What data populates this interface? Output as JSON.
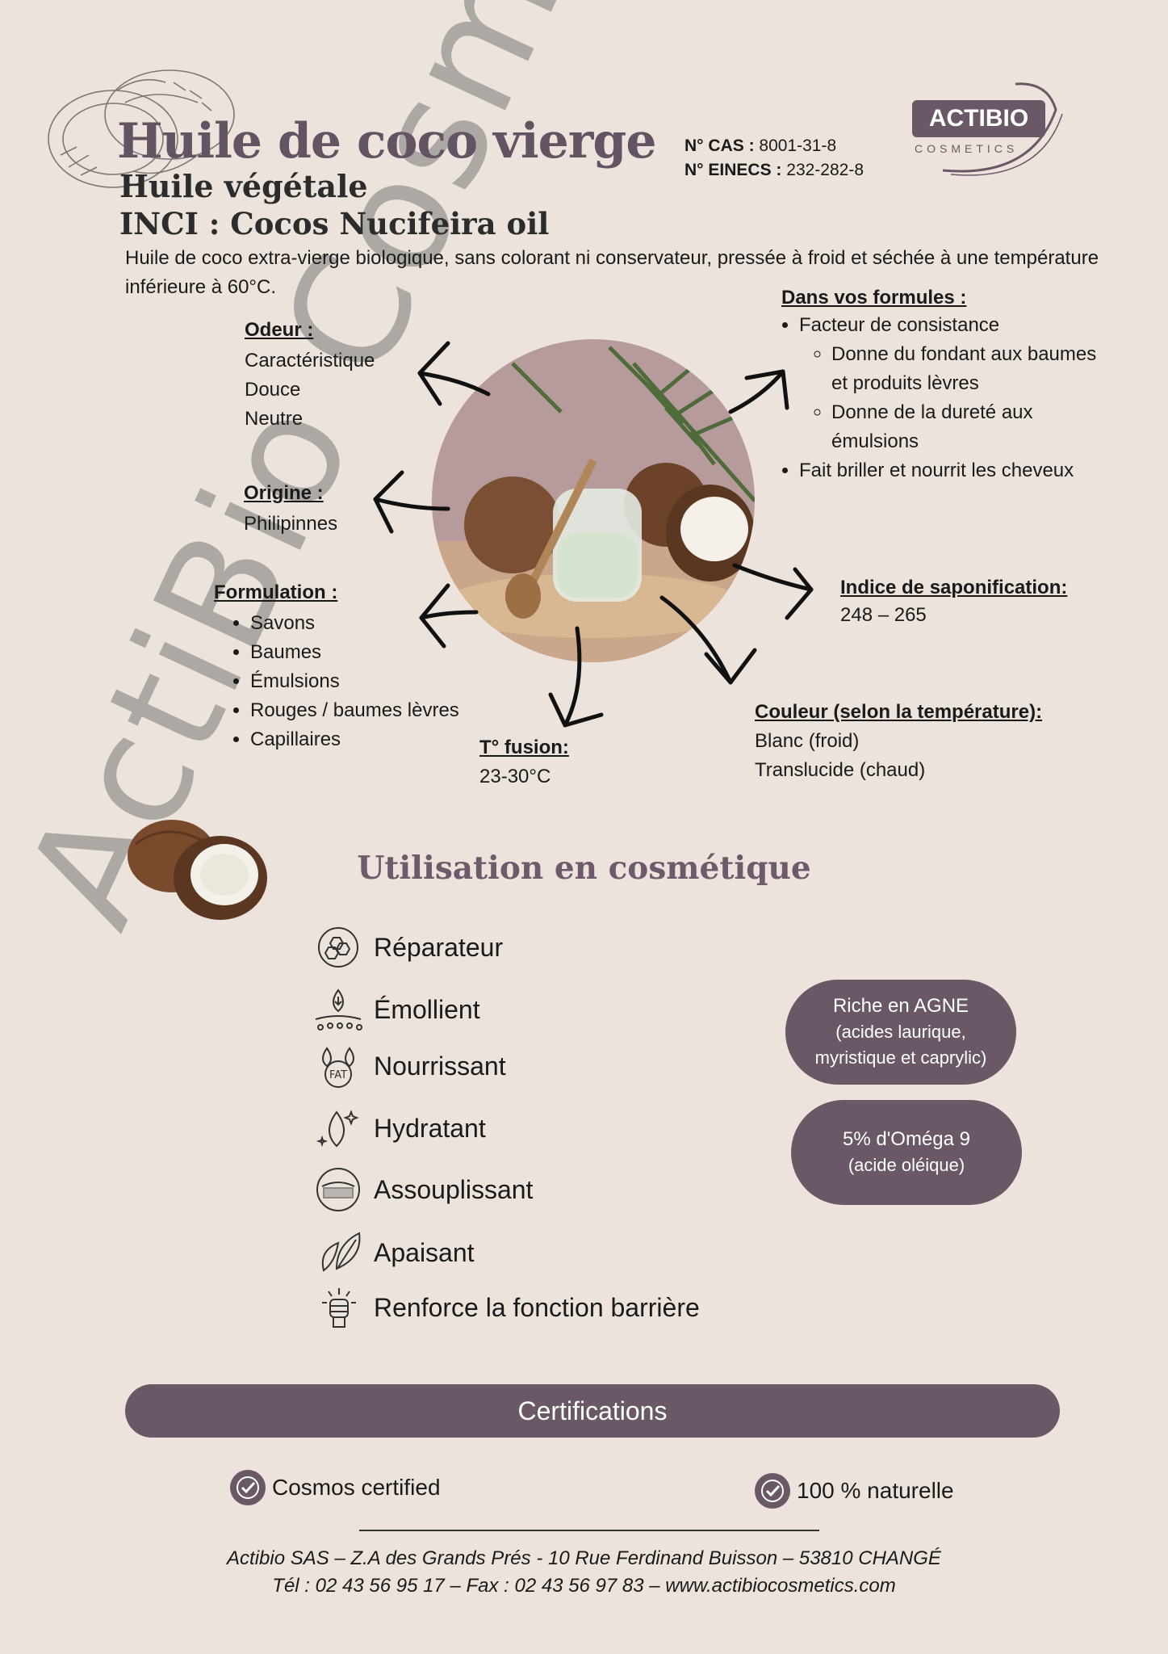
{
  "header": {
    "title": "Huile de coco vierge",
    "subtitle": "Huile végétale",
    "inci": "INCI : Cocos Nucifeira oil",
    "cas_label": "N° CAS :",
    "cas_value": "8001-31-8",
    "einecs_label": "N° EINECS :",
    "einecs_value": "232-282-8",
    "description": "Huile de coco extra-vierge biologique, sans colorant ni conservateur, pressée à froid et séchée à une température inférieure à 60°C."
  },
  "logo": {
    "name": "ACTIBIO",
    "tagline": "COSMETICS"
  },
  "properties": {
    "odeur": {
      "heading": "Odeur :",
      "lines": [
        "Caractéristique",
        "Douce",
        "Neutre"
      ]
    },
    "origine": {
      "heading": "Origine :",
      "lines": [
        "Philipinnes"
      ]
    },
    "formulation": {
      "heading": "Formulation :",
      "items": [
        "Savons",
        "Baumes",
        "Émulsions",
        "Rouges / baumes lèvres",
        "Capillaires"
      ]
    },
    "fusion": {
      "heading": "T° fusion:",
      "value": "23-30°C"
    },
    "couleur": {
      "heading": "Couleur (selon la température):",
      "lines": [
        "Blanc (froid)",
        "Translucide (chaud)"
      ]
    },
    "saponification": {
      "heading": "Indice de saponification:",
      "value": "248 – 265"
    },
    "formules": {
      "heading": "Dans vos formules :",
      "item1": "Facteur de consistance",
      "sub1": "Donne du fondant aux baumes et produits lèvres",
      "sub2": "Donne de la dureté aux émulsions",
      "item2": "Fait briller et nourrit les cheveux"
    }
  },
  "usage": {
    "title": "Utilisation en cosmétique",
    "benefits": [
      {
        "label": "Réparateur",
        "icon": "repair-cells-icon"
      },
      {
        "label": "Émollient",
        "icon": "drop-on-skin-icon"
      },
      {
        "label": "Nourrissant",
        "icon": "fat-drops-icon"
      },
      {
        "label": "Hydratant",
        "icon": "water-drop-sparkle-icon"
      },
      {
        "label": "Assouplissant",
        "icon": "skin-layer-icon"
      },
      {
        "label": "Apaisant",
        "icon": "leaf-hand-icon"
      },
      {
        "label": "Renforce la fonction barrière",
        "icon": "fist-icon"
      }
    ],
    "pill1": {
      "line1": "Riche en AGNE",
      "line2": "(acides laurique,",
      "line3": "myristique et caprylic)"
    },
    "pill2": {
      "line1": "5% d'Oméga 9",
      "line2": "(acide oléique)"
    }
  },
  "certifications": {
    "heading": "Certifications",
    "items": [
      "Cosmos certified",
      "100 % naturelle"
    ]
  },
  "footer": {
    "line1": "Actibio SAS – Z.A des Grands Prés - 10 Rue Ferdinand Buisson – 53810 CHANGÉ",
    "line2": "Tél : 02 43 56 95 17 – Fax : 02 43 56 97 83 – www.actibiocosmetics.com"
  },
  "watermark": "ActiBio Cosmetics",
  "colors": {
    "accent": "#6a5866",
    "title": "#625462",
    "background": "#ece4dc"
  }
}
